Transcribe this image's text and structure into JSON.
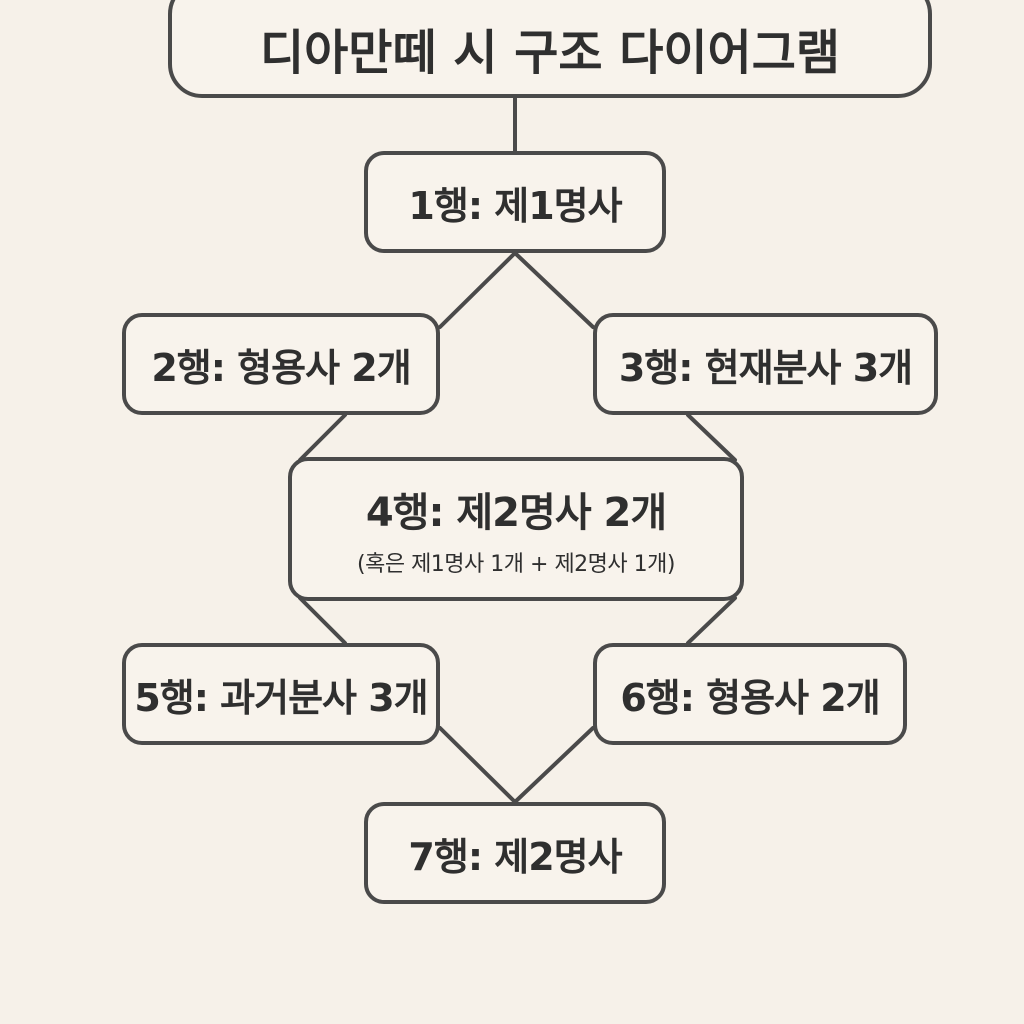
{
  "title": "디아만떼 시 구조 다이어그램",
  "nodes": {
    "line1": {
      "label": "1행: 제1명사"
    },
    "line2": {
      "label": "2행: 형용사 2개"
    },
    "line3": {
      "label": "3행: 현재분사 3개"
    },
    "line4": {
      "label": "4행: 제2명사 2개",
      "note": "(혹은 제1명사 1개 + 제2명사 1개)"
    },
    "line5": {
      "label": "5행: 과거분사 3개"
    },
    "line6": {
      "label": "6행: 형용사 2개"
    },
    "line7": {
      "label": "7행: 제2명사"
    }
  },
  "colors": {
    "background": "#f6f1e9",
    "stroke": "#4a4a4a",
    "text": "#2f2f2f"
  }
}
